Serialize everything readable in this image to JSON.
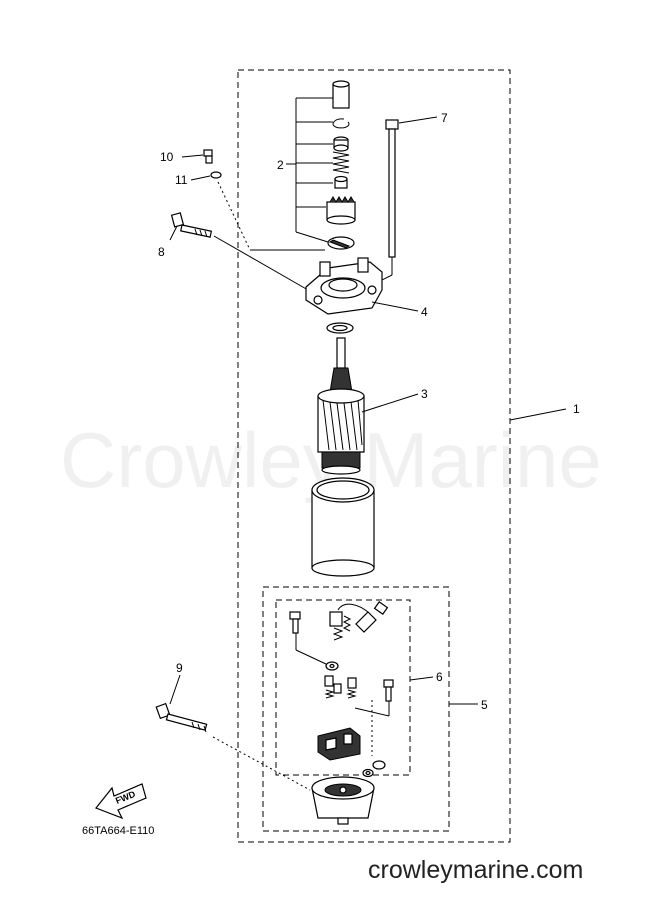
{
  "watermark": "Crowley Marine",
  "footer_url": "crowleymarine.com",
  "diagram_code": "66TA664-E110",
  "fwd_label": "FWD",
  "callouts": {
    "c1": "1",
    "c2": "2",
    "c3": "3",
    "c4": "4",
    "c5": "5",
    "c6": "6",
    "c7": "7",
    "c8": "8",
    "c9": "9",
    "c10": "10",
    "c11": "11"
  }
}
